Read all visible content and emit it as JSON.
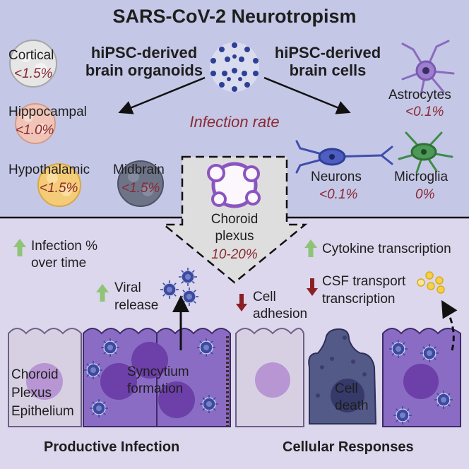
{
  "title": "SARS-CoV-2 Neurotropism",
  "organoids_header": "hiPSC-derived brain organoids",
  "cells_header": "hiPSC-derived brain cells",
  "infection_rate_label": "Infection rate",
  "organoids": [
    {
      "name": "Cortical",
      "rate": "<1.5%"
    },
    {
      "name": "Hippocampal",
      "rate": "<1.0%"
    },
    {
      "name": "Hypothalamic",
      "rate": "<1.5%"
    },
    {
      "name": "Midbrain",
      "rate": "<1.5%"
    }
  ],
  "cells": [
    {
      "name": "Astrocytes",
      "rate": "<0.1%"
    },
    {
      "name": "Neurons",
      "rate": "<0.1%"
    },
    {
      "name": "Microglia",
      "rate": "0%"
    }
  ],
  "choroid": {
    "name_line1": "Choroid",
    "name_line2": "plexus",
    "rate": "10-20%"
  },
  "findings": {
    "infection_over_time_line1": "Infection %",
    "infection_over_time_line2": "over time",
    "viral_release_line1": "Viral",
    "viral_release_line2": "release",
    "syncytium_line1": "Syncytium",
    "syncytium_line2": "formation",
    "cell_adhesion_line1": "Cell",
    "cell_adhesion_line2": "adhesion",
    "cytokine": "Cytokine transcription",
    "csf_line1": "CSF transport",
    "csf_line2": "transcription",
    "cell_death_line1": "Cell",
    "cell_death_line2": "death"
  },
  "epithelium_label": {
    "line1": "Choroid",
    "line2": "Plexus",
    "line3": "Epithelium"
  },
  "bottom_labels": {
    "left": "Productive Infection",
    "right": "Cellular Responses"
  },
  "colors": {
    "top_panel": "#c5c7e6",
    "bottom_panel": "#dcd7ec",
    "rate_red": "#8a2a33",
    "up_arrow": "#8fc477",
    "down_arrow": "#8b1f24",
    "infected_cell": "#8b6cc5",
    "uninfected_cell": "#d7d0e2"
  }
}
